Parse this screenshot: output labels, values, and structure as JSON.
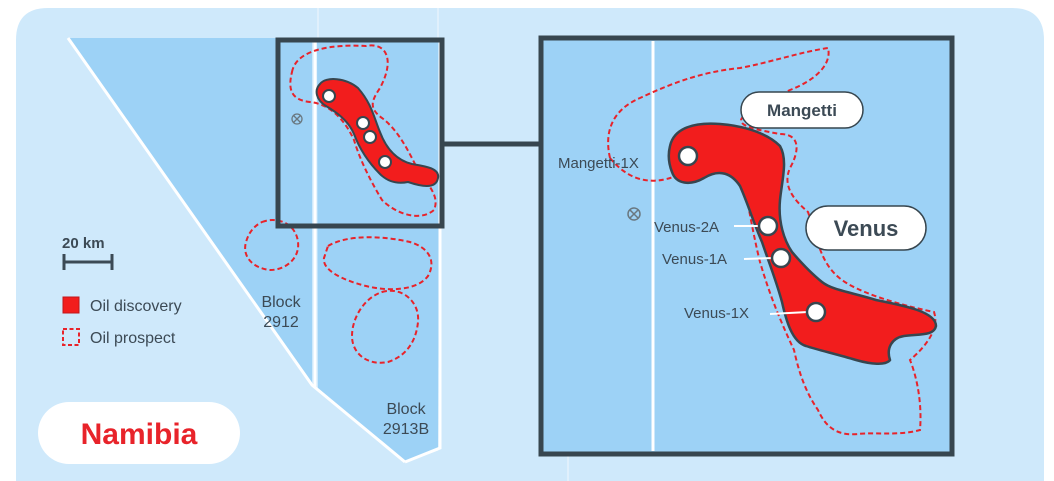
{
  "map": {
    "country": "Namibia",
    "scale_bar": "20 km",
    "blocks": [
      {
        "line1": "Block",
        "line2": "2912"
      },
      {
        "line1": "Block",
        "line2": "2913B"
      }
    ],
    "legend": {
      "discovery_label": "Oil discovery",
      "prospect_label": "Oil prospect"
    },
    "fields": {
      "mangetti": "Mangetti",
      "venus": "Venus"
    },
    "wells": [
      "Mangetti-1X",
      "Venus-2A",
      "Venus-1A",
      "Venus-1X"
    ],
    "colors": {
      "ocean_light": "#cfe9fb",
      "block_blue": "#9dd2f6",
      "discovery_red": "#f21d1d",
      "outline_dark": "#37464f",
      "prospect_dashed": "#e8232a"
    }
  }
}
